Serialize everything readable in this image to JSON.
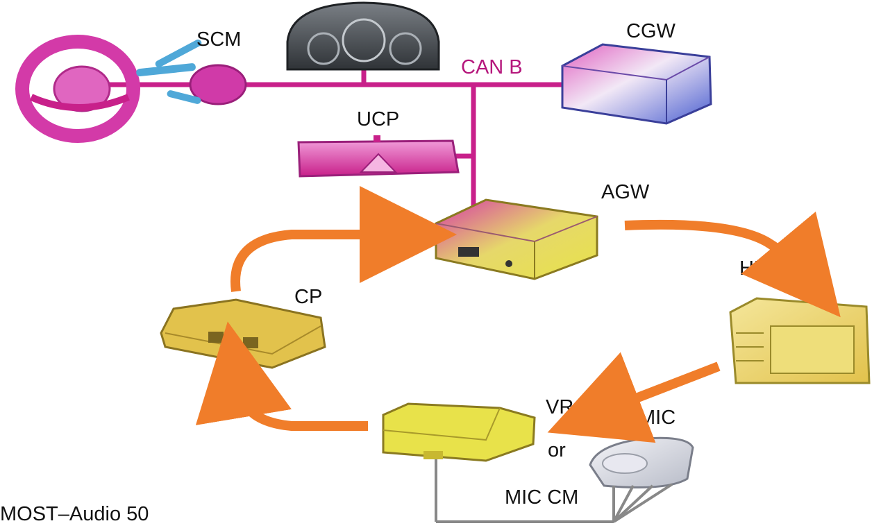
{
  "labels": {
    "scm": "SCM",
    "cgw": "CGW",
    "can_b": "CAN B",
    "ucp": "UCP",
    "agw": "AGW",
    "hu": "HU",
    "cp": "CP",
    "vr": "VR",
    "or": "or",
    "mic": "MIC",
    "mic_cm": "MIC CM",
    "caption": "MOST–Audio 50"
  },
  "colors": {
    "can_bus": "#c8208a",
    "can_label": "#b5177c",
    "most_flow": "#f07d2a",
    "mic_wire": "#888888",
    "module_yellow": "#e8e24a",
    "module_gold": "#e2c24c",
    "module_magenta": "#d03aa8"
  },
  "icons": {
    "steering_wheel": "steering-wheel-icon",
    "instrument_cluster": "instrument-cluster-icon",
    "microphone": "microphone-icon"
  }
}
